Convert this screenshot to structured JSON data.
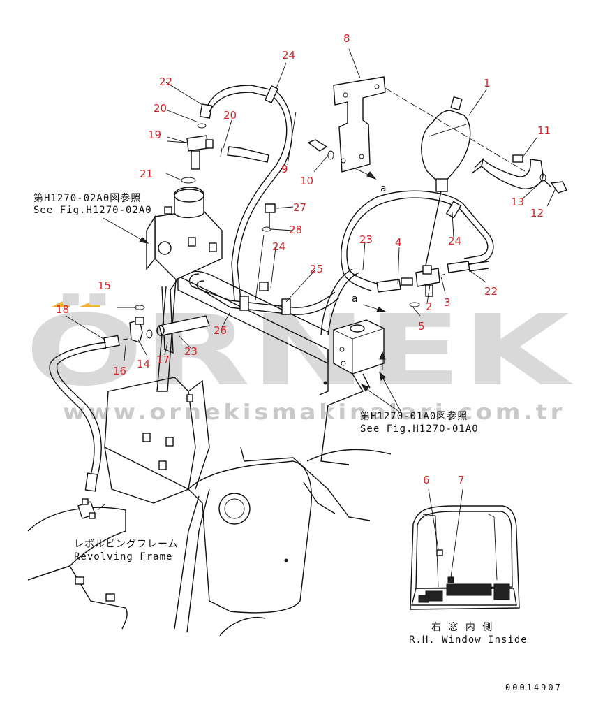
{
  "watermark": {
    "brand": "ÖRNEK",
    "url": "www.ornekismakinalari.com.tr",
    "brand_color": "#d9d9d9",
    "accent_color": "#f2b233"
  },
  "callouts": [
    "1",
    "2",
    "3",
    "4",
    "5",
    "6",
    "7",
    "8",
    "9",
    "10",
    "11",
    "12",
    "13",
    "14",
    "15",
    "16",
    "17",
    "18",
    "19",
    "20",
    "20",
    "21",
    "22",
    "22",
    "23",
    "23",
    "24",
    "24",
    "24",
    "25",
    "26",
    "27",
    "28"
  ],
  "callout_color": "#d8232a",
  "refs": {
    "fig_02A0_jp": "第H1270-02A0図参照",
    "fig_02A0_en": "See Fig.H1270-02A0",
    "fig_01A0_jp": "第H1270-01A0図参照",
    "fig_01A0_en": "See Fig.H1270-01A0",
    "frame_jp": "レボルビングフレーム",
    "frame_en": "Revolving Frame",
    "window_jp": "右 窓 内 側",
    "window_en": "R.H. Window Inside",
    "marker_a": "a",
    "marker_a2": "a"
  },
  "drawing_code": "00014907"
}
